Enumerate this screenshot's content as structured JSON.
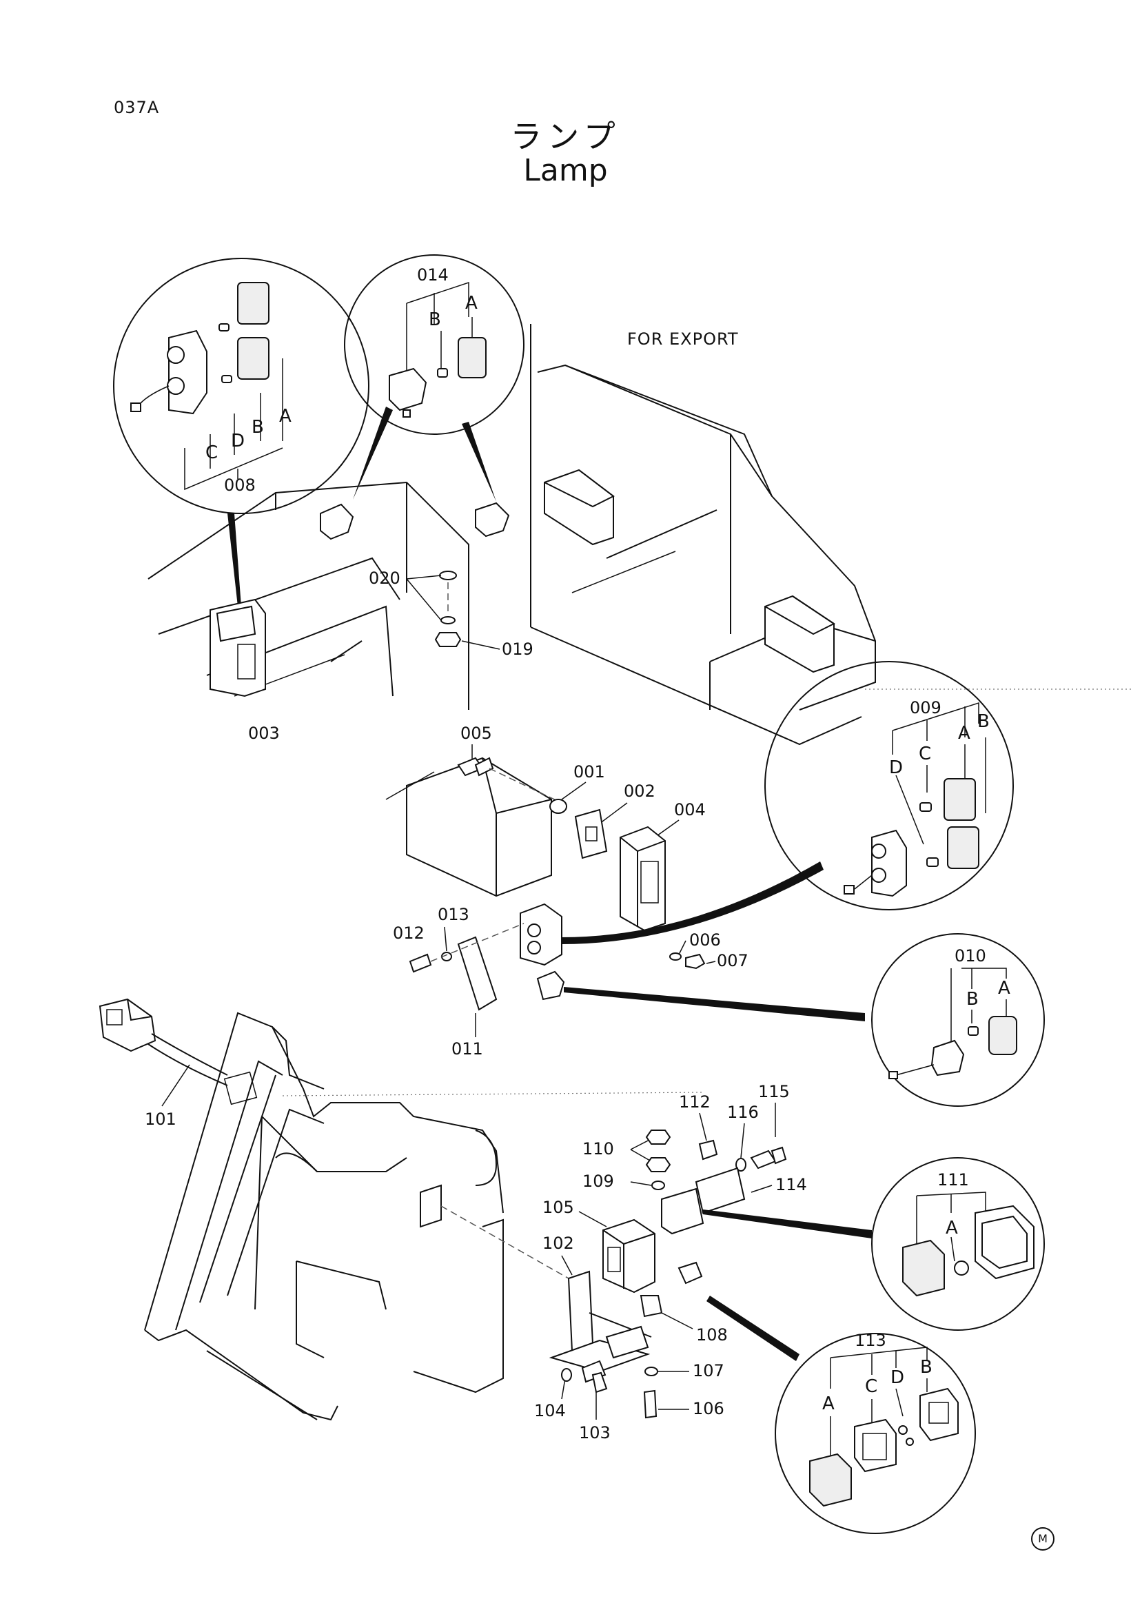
{
  "header": {
    "page_code": "037A",
    "title_jp": "ランプ",
    "title_en": "Lamp",
    "note": "FOR EXPORT",
    "footer_mark": "M"
  },
  "parts": {
    "p001": "001",
    "p002": "002",
    "p003": "003",
    "p004": "004",
    "p005": "005",
    "p006": "006",
    "p007": "007",
    "p008": "008",
    "p009": "009",
    "p010": "010",
    "p011": "011",
    "p012": "012",
    "p013": "013",
    "p014": "014",
    "p019": "019",
    "p020": "020",
    "p101": "101",
    "p102": "102",
    "p103": "103",
    "p104": "104",
    "p105": "105",
    "p106": "106",
    "p107": "107",
    "p108": "108",
    "p109": "109",
    "p110": "110",
    "p111": "111",
    "p112": "112",
    "p113": "113",
    "p114": "114",
    "p115": "115",
    "p116": "116"
  },
  "letters": {
    "a": "A",
    "b": "B",
    "c": "C",
    "d": "D"
  }
}
